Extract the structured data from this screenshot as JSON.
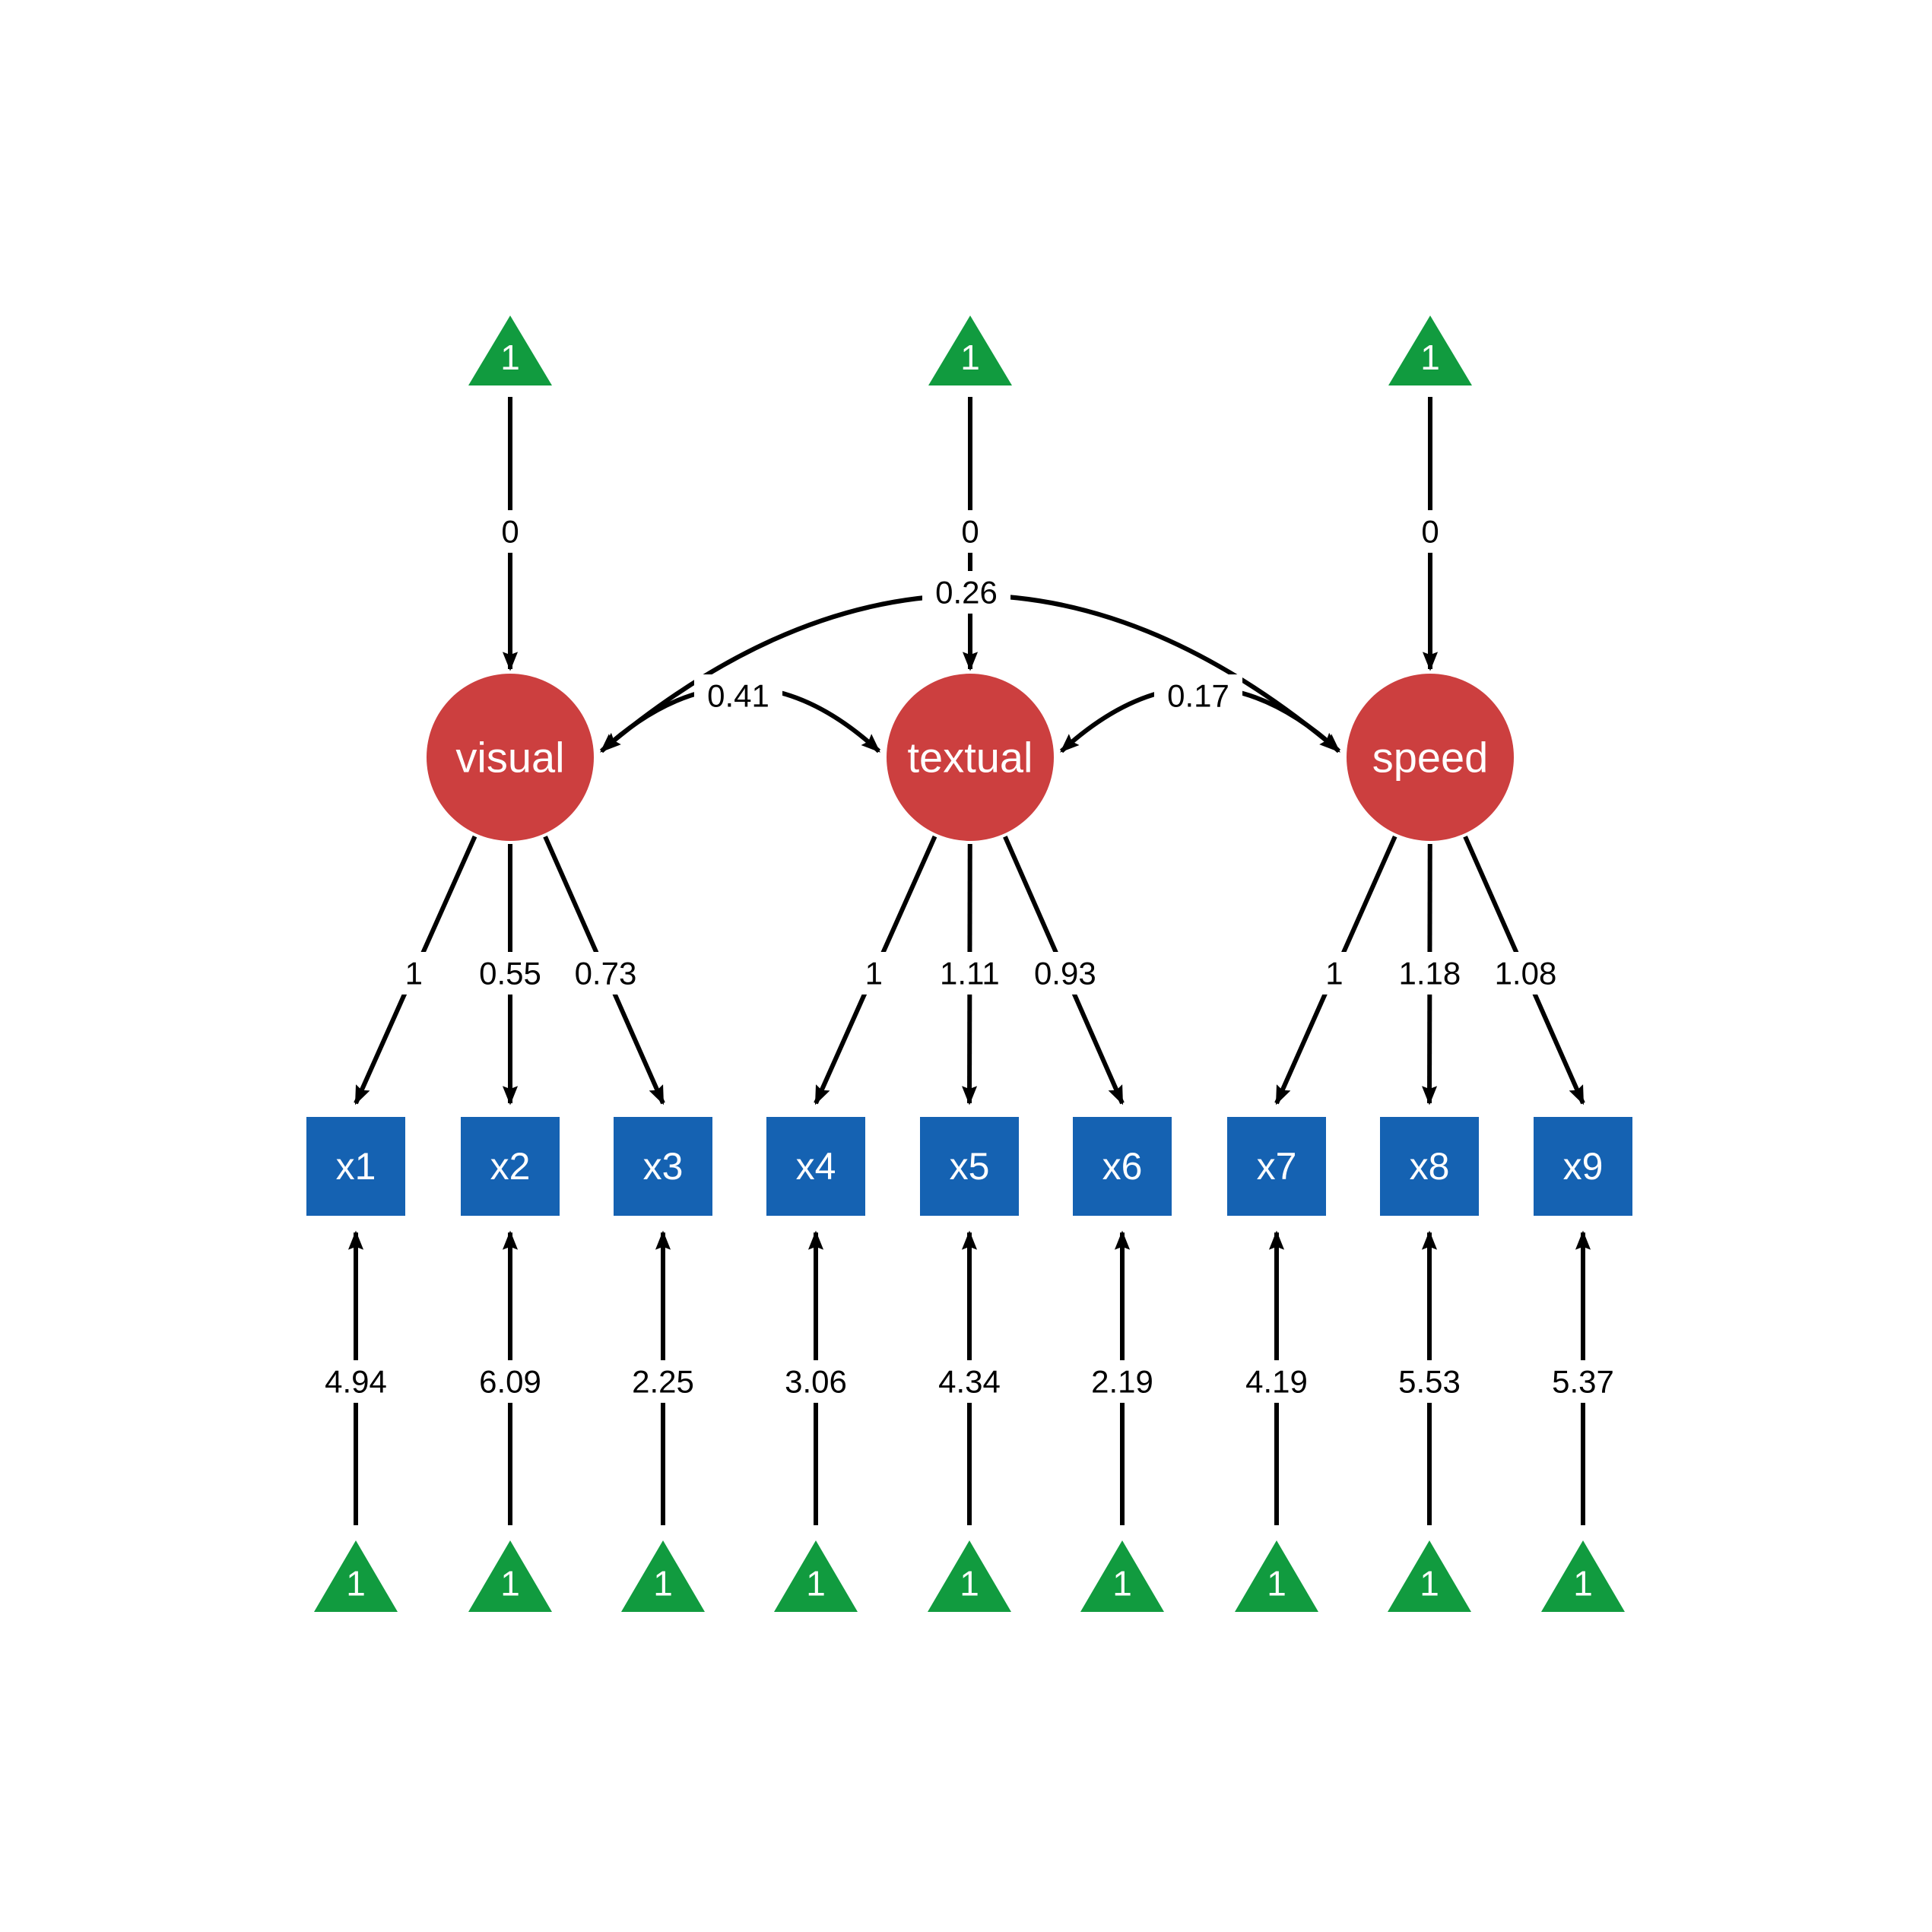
{
  "diagram": {
    "type": "SEM path diagram (CFA with intercepts)",
    "colors": {
      "latent": "#CC3F3F",
      "observed": "#1562B2",
      "intercept": "#119B3F",
      "edge": "#000000",
      "node_text": "#FFFFFF"
    },
    "latents": [
      {
        "id": "visual",
        "label": "visual"
      },
      {
        "id": "textual",
        "label": "textual"
      },
      {
        "id": "speed",
        "label": "speed"
      }
    ],
    "observed": [
      {
        "id": "x1",
        "label": "x1",
        "factor": "visual"
      },
      {
        "id": "x2",
        "label": "x2",
        "factor": "visual"
      },
      {
        "id": "x3",
        "label": "x3",
        "factor": "visual"
      },
      {
        "id": "x4",
        "label": "x4",
        "factor": "textual"
      },
      {
        "id": "x5",
        "label": "x5",
        "factor": "textual"
      },
      {
        "id": "x6",
        "label": "x6",
        "factor": "textual"
      },
      {
        "id": "x7",
        "label": "x7",
        "factor": "speed"
      },
      {
        "id": "x8",
        "label": "x8",
        "factor": "speed"
      },
      {
        "id": "x9",
        "label": "x9",
        "factor": "speed"
      }
    ],
    "latent_intercepts": [
      {
        "node_label": "1",
        "target": "visual",
        "value": "0"
      },
      {
        "node_label": "1",
        "target": "textual",
        "value": "0"
      },
      {
        "node_label": "1",
        "target": "speed",
        "value": "0"
      }
    ],
    "loadings": [
      {
        "from": "visual",
        "to": "x1",
        "value": "1"
      },
      {
        "from": "visual",
        "to": "x2",
        "value": "0.55"
      },
      {
        "from": "visual",
        "to": "x3",
        "value": "0.73"
      },
      {
        "from": "textual",
        "to": "x4",
        "value": "1"
      },
      {
        "from": "textual",
        "to": "x5",
        "value": "1.11"
      },
      {
        "from": "textual",
        "to": "x6",
        "value": "0.93"
      },
      {
        "from": "speed",
        "to": "x7",
        "value": "1"
      },
      {
        "from": "speed",
        "to": "x8",
        "value": "1.18"
      },
      {
        "from": "speed",
        "to": "x9",
        "value": "1.08"
      }
    ],
    "covariances": [
      {
        "between": [
          "visual",
          "textual"
        ],
        "value": "0.41"
      },
      {
        "between": [
          "textual",
          "speed"
        ],
        "value": "0.17"
      },
      {
        "between": [
          "visual",
          "speed"
        ],
        "value": "0.26"
      }
    ],
    "observed_intercepts": [
      {
        "node_label": "1",
        "target": "x1",
        "value": "4.94"
      },
      {
        "node_label": "1",
        "target": "x2",
        "value": "6.09"
      },
      {
        "node_label": "1",
        "target": "x3",
        "value": "2.25"
      },
      {
        "node_label": "1",
        "target": "x4",
        "value": "3.06"
      },
      {
        "node_label": "1",
        "target": "x5",
        "value": "4.34"
      },
      {
        "node_label": "1",
        "target": "x6",
        "value": "2.19"
      },
      {
        "node_label": "1",
        "target": "x7",
        "value": "4.19"
      },
      {
        "node_label": "1",
        "target": "x8",
        "value": "5.53"
      },
      {
        "node_label": "1",
        "target": "x9",
        "value": "5.37"
      }
    ]
  }
}
